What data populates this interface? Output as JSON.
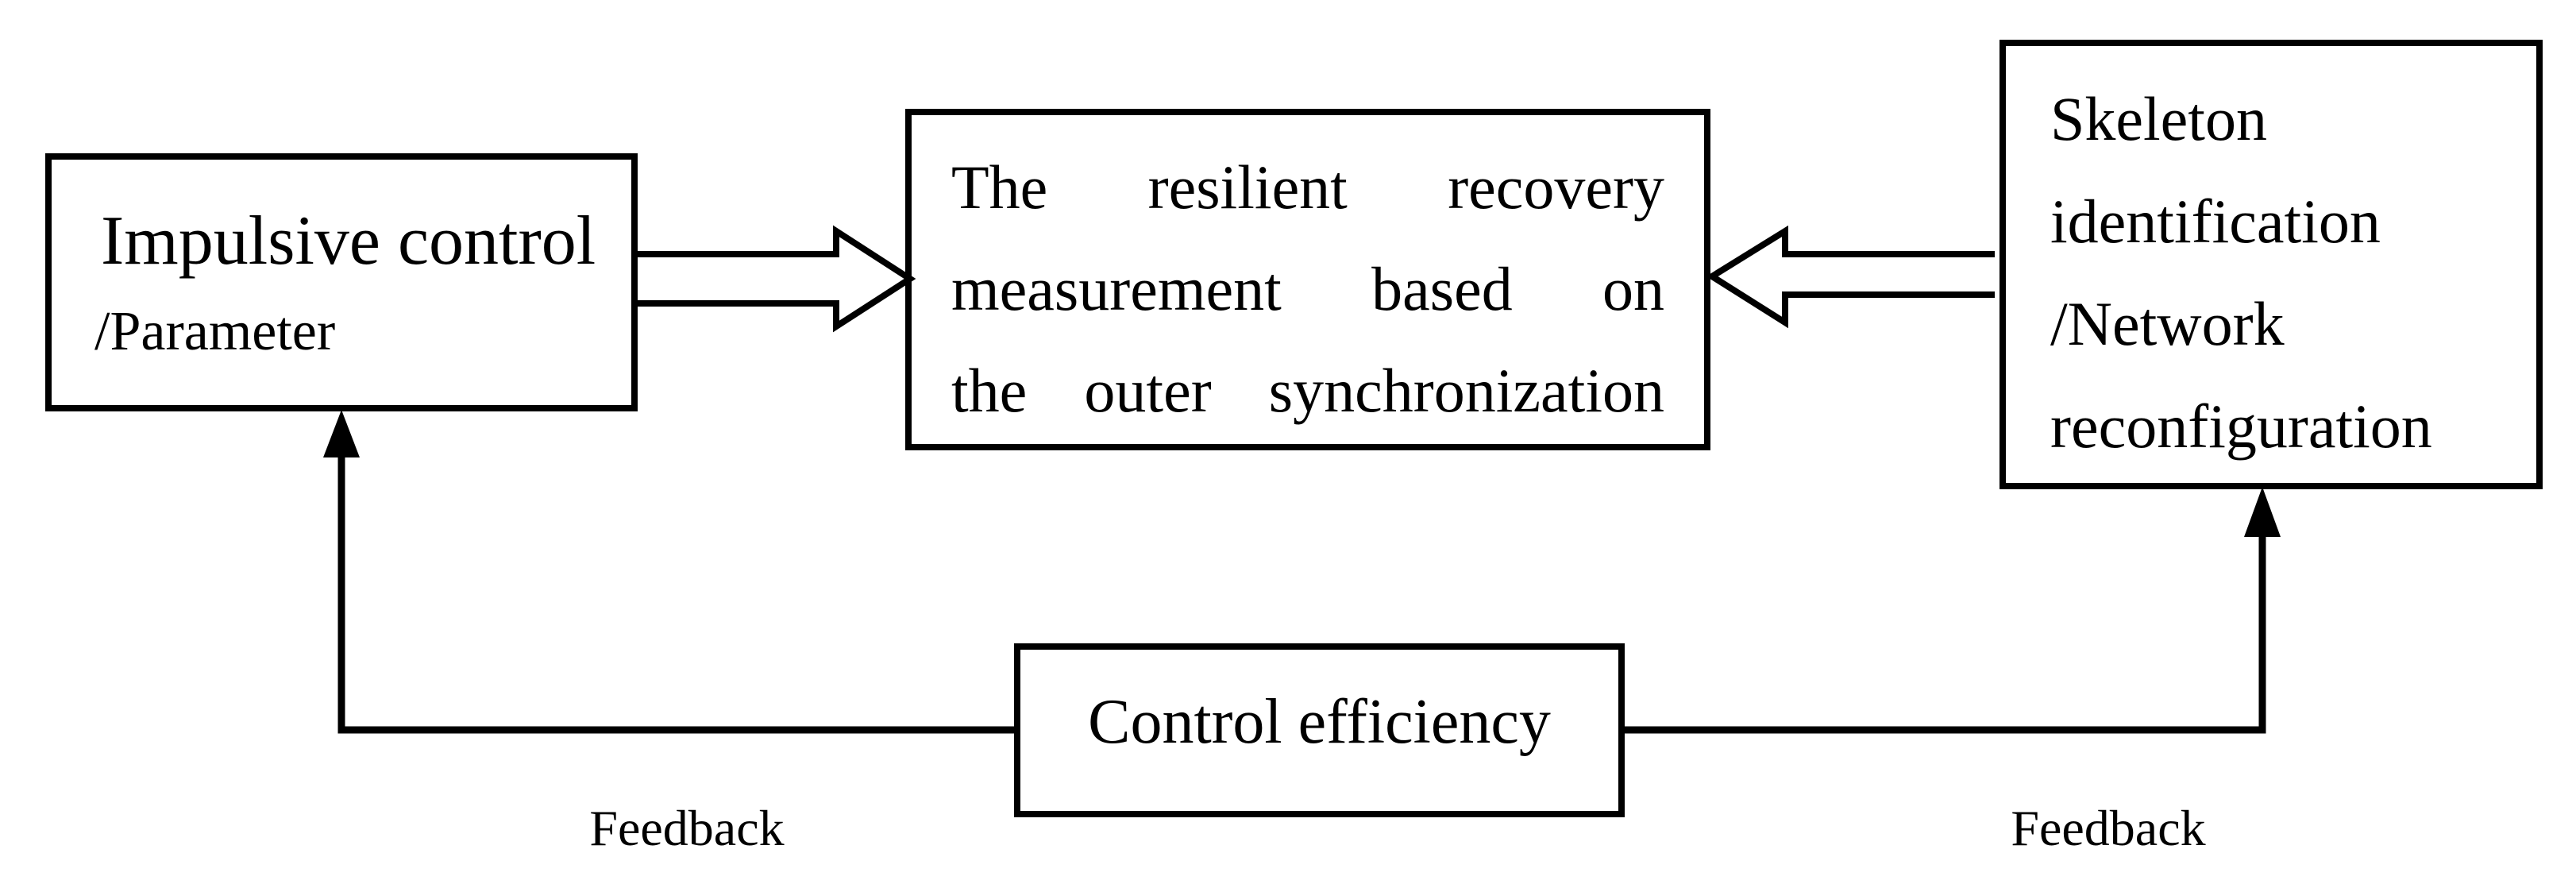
{
  "canvas": {
    "background_color": "#ffffff",
    "ink_color": "#000000"
  },
  "boxes": {
    "impulsive": {
      "lines": [
        "Impulsive control",
        "/Parameter"
      ]
    },
    "resilient": {
      "lines": [
        "The resilient recovery",
        "measurement based on",
        "the outer synchronization"
      ]
    },
    "skeleton": {
      "lines": [
        "Skeleton",
        "identification",
        "/Network",
        "reconfiguration"
      ]
    },
    "control": {
      "label": "Control efficiency"
    }
  },
  "labels": {
    "feedback_left": "Feedback",
    "feedback_right": "Feedback"
  },
  "arrows": [
    {
      "name": "impulsive-to-resilient",
      "style": "hollow-block",
      "direction": "right"
    },
    {
      "name": "skeleton-to-resilient",
      "style": "hollow-block",
      "direction": "left"
    },
    {
      "name": "control-to-impulsive-feedback",
      "style": "solid-line",
      "direction": "up"
    },
    {
      "name": "control-to-skeleton-feedback",
      "style": "solid-line",
      "direction": "up"
    }
  ]
}
